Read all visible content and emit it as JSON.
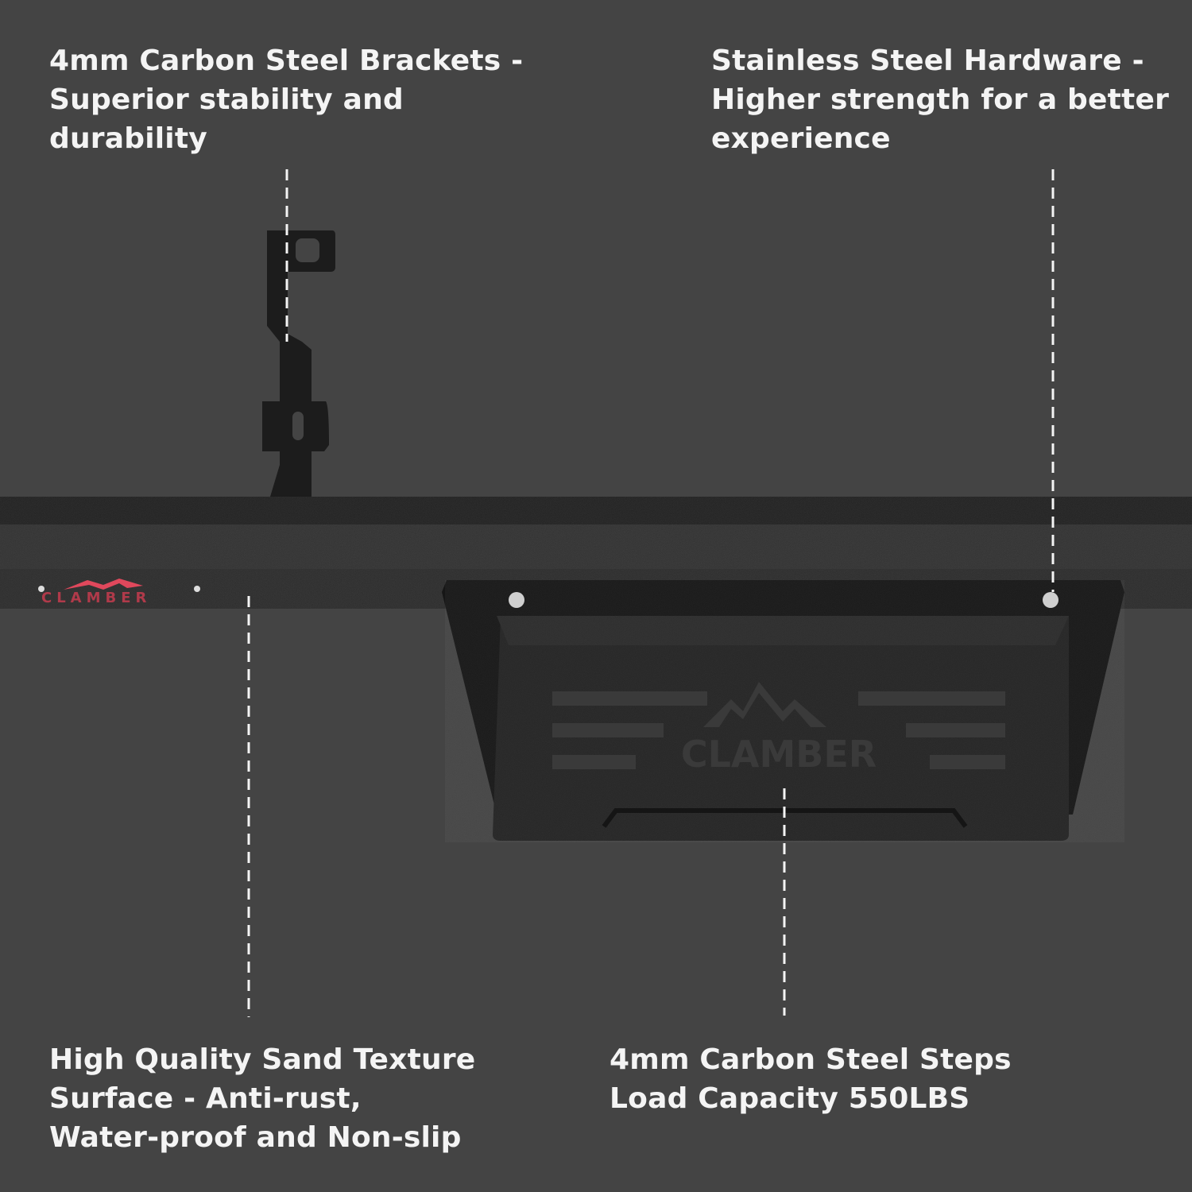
{
  "callouts": {
    "brackets": {
      "lines": [
        "4mm Carbon Steel Brackets -",
        "Superior stability and",
        "durability"
      ]
    },
    "hardware": {
      "lines": [
        "Stainless Steel Hardware -",
        "Higher strength for a better",
        "experience"
      ]
    },
    "texture": {
      "lines": [
        "High Quality Sand Texture",
        "Surface - Anti-rust,",
        "Water-proof and Non-slip"
      ]
    },
    "steps": {
      "lines": [
        "4mm Carbon Steel Steps",
        "Load Capacity 550LBS"
      ]
    }
  },
  "brand": {
    "logo_text": "CLAMBER"
  },
  "colors": {
    "background": "#444444",
    "metal": "#1e1e1e",
    "logo_accent": "#e0485c",
    "text": "#f4f4f4"
  }
}
